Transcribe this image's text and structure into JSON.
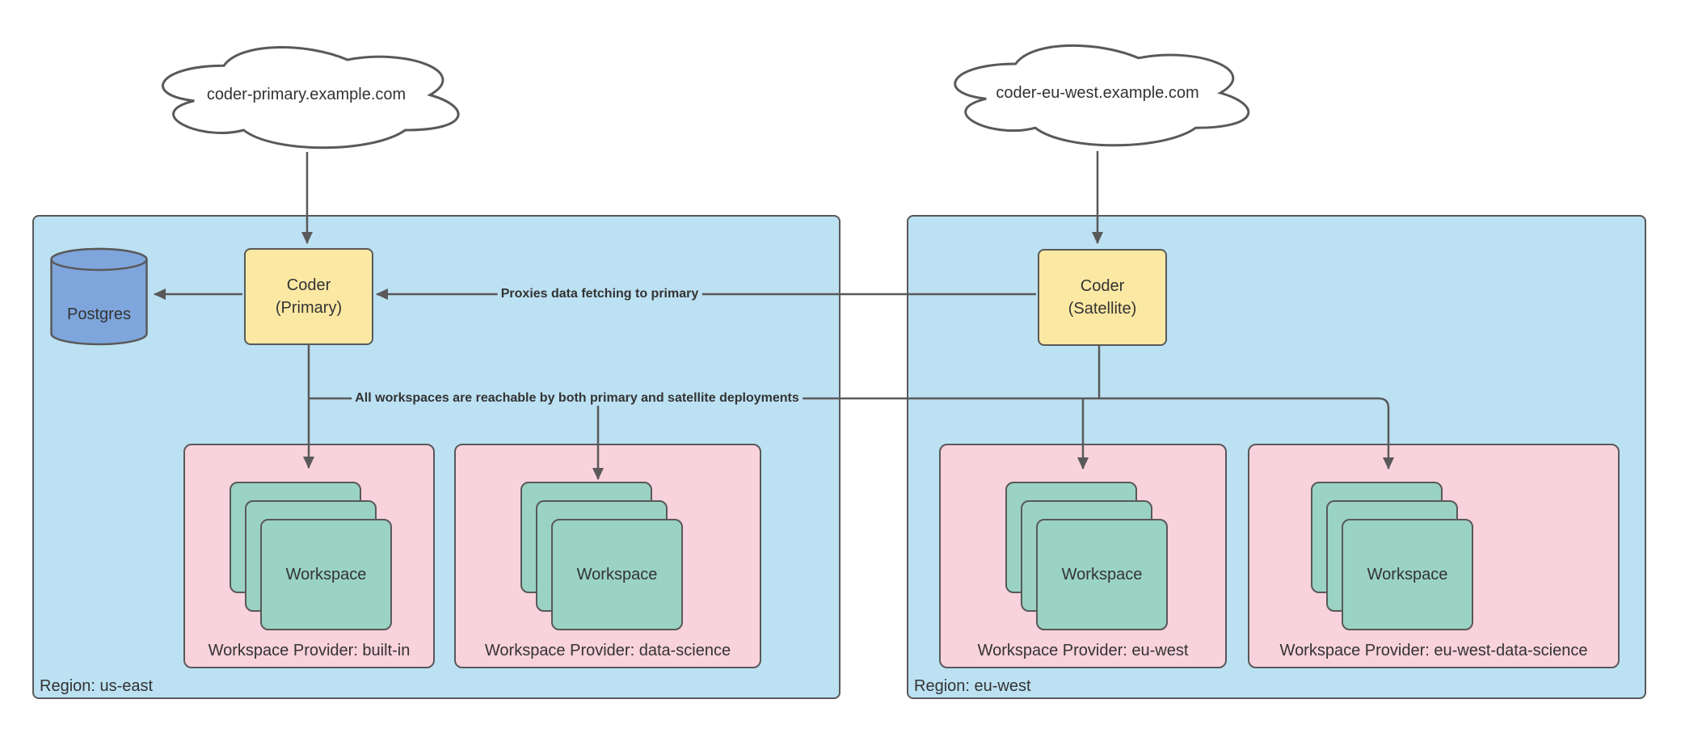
{
  "clouds": {
    "primary": {
      "label": "coder-primary.example.com"
    },
    "eu_west": {
      "label": "coder-eu-west.example.com"
    }
  },
  "regions": {
    "us_east": {
      "label": "Region: us-east",
      "coder": {
        "line1": "Coder",
        "line2": "(Primary)"
      },
      "database": {
        "label": "Postgres"
      },
      "providers": [
        {
          "label": "Workspace Provider: built-in",
          "workspace_label": "Workspace"
        },
        {
          "label": "Workspace Provider: data-science",
          "workspace_label": "Workspace"
        }
      ]
    },
    "eu_west": {
      "label": "Region: eu-west",
      "coder": {
        "line1": "Coder",
        "line2": "(Satellite)"
      },
      "providers": [
        {
          "label": "Workspace Provider: eu-west",
          "workspace_label": "Workspace"
        },
        {
          "label": "Workspace Provider: eu-west-data-science",
          "workspace_label": "Workspace"
        }
      ]
    }
  },
  "edges": {
    "proxy_label": "Proxies data fetching to primary",
    "workspaces_label": "All workspaces are reachable by both primary and satellite deployments"
  },
  "colors": {
    "region_fill": "#BCE1F3",
    "provider_fill": "#F8D2DC",
    "workspace_fill": "#9AD3C3",
    "coder_fill": "#FBE8A3",
    "database_fill": "#7EA6DC",
    "stroke": "#595959",
    "text": "#333333"
  }
}
